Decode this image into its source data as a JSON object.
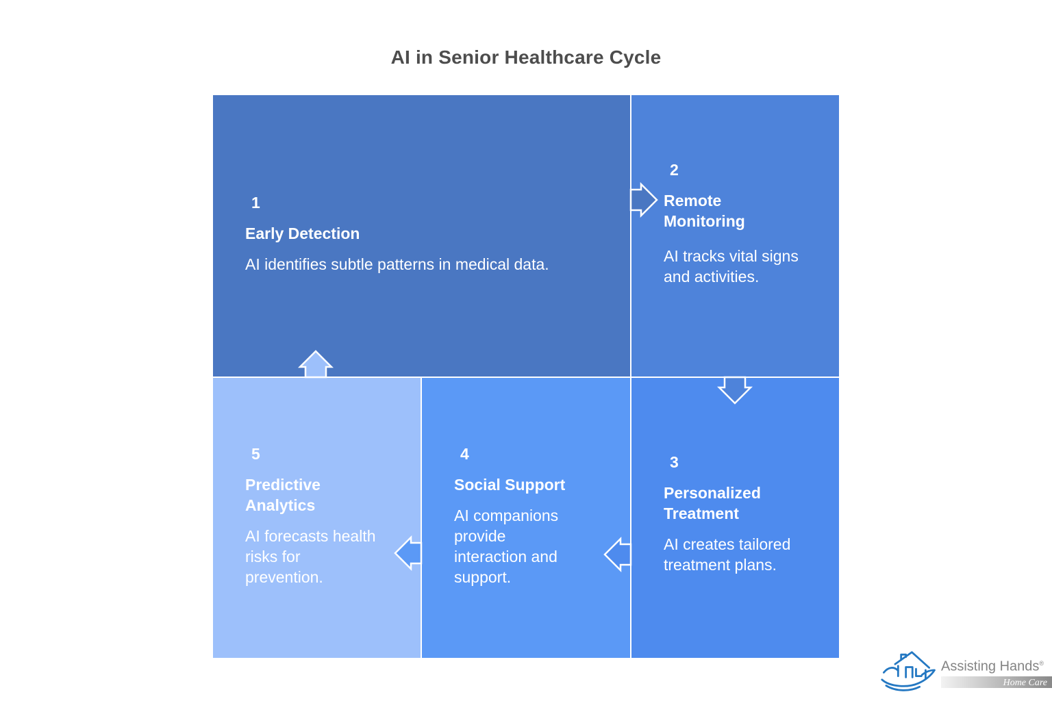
{
  "page": {
    "title": "AI in Senior Healthcare Cycle"
  },
  "palette": {
    "block1": "#4a77c2",
    "block2": "#4e83da",
    "block3": "#4e8bee",
    "block4": "#5b99f6",
    "block5": "#9dc0fb",
    "title_text": "#4d4d4d",
    "block_text": "#ffffff",
    "logo_blue": "#2478c2",
    "logo_gray": "#848484"
  },
  "blocks": [
    {
      "number": "1",
      "title": "Early Detection",
      "description": "AI identifies subtle patterns in medical data."
    },
    {
      "number": "2",
      "title": [
        "Remote",
        "Monitoring"
      ],
      "description": [
        "AI tracks vital signs",
        "and activities."
      ]
    },
    {
      "number": "3",
      "title": [
        "Personalized",
        "Treatment"
      ],
      "description": [
        "AI creates tailored",
        "treatment plans."
      ]
    },
    {
      "number": "4",
      "title": "Social Support",
      "description": [
        "AI companions",
        "provide",
        "interaction and",
        "support."
      ]
    },
    {
      "number": "5",
      "title": [
        "Predictive",
        "Analytics"
      ],
      "description": [
        "AI forecasts health",
        "risks for",
        "prevention."
      ]
    }
  ],
  "arrows": [
    {
      "name": "arrow-step1-to-step2",
      "direction": "right"
    },
    {
      "name": "arrow-step2-to-step3",
      "direction": "down"
    },
    {
      "name": "arrow-step3-to-step4",
      "direction": "left"
    },
    {
      "name": "arrow-step4-to-step5",
      "direction": "left"
    },
    {
      "name": "arrow-step5-to-step1",
      "direction": "up"
    }
  ],
  "logo": {
    "brand": "Assisting Hands",
    "registered": "®",
    "tagline": "Home Care"
  }
}
